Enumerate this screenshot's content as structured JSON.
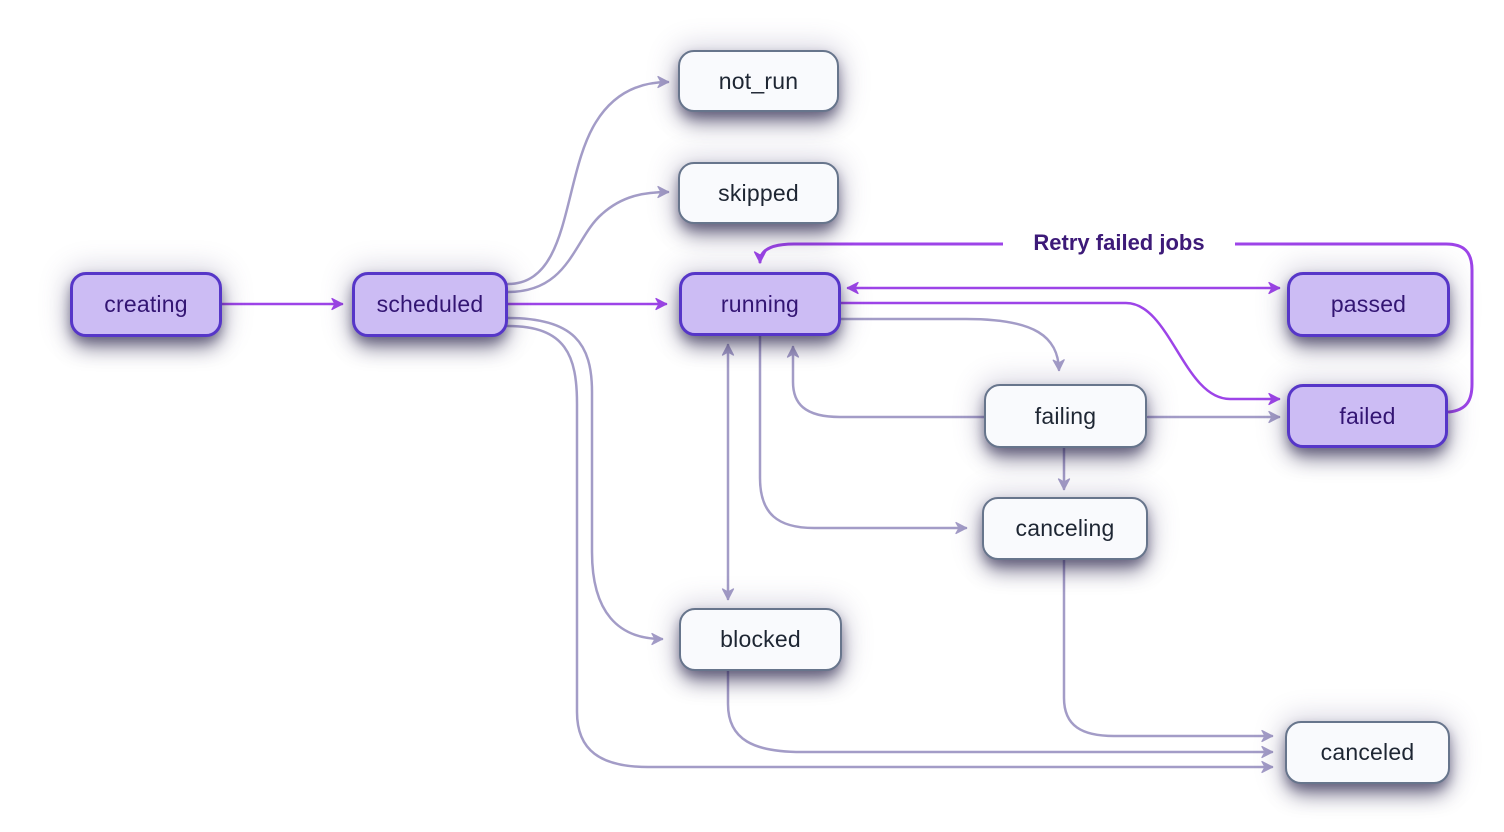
{
  "diagram": {
    "nodes": {
      "creating": {
        "label": "creating",
        "variant": "purple"
      },
      "scheduled": {
        "label": "scheduled",
        "variant": "purple"
      },
      "not_run": {
        "label": "not_run",
        "variant": "white"
      },
      "skipped": {
        "label": "skipped",
        "variant": "white"
      },
      "running": {
        "label": "running",
        "variant": "purple"
      },
      "blocked": {
        "label": "blocked",
        "variant": "white"
      },
      "failing": {
        "label": "failing",
        "variant": "white"
      },
      "canceling": {
        "label": "canceling",
        "variant": "white"
      },
      "passed": {
        "label": "passed",
        "variant": "purple"
      },
      "failed": {
        "label": "failed",
        "variant": "purple"
      },
      "canceled": {
        "label": "canceled",
        "variant": "white"
      }
    },
    "edges": [
      {
        "from": "creating",
        "to": "scheduled",
        "style": "purple"
      },
      {
        "from": "scheduled",
        "to": "not_run",
        "style": "muted"
      },
      {
        "from": "scheduled",
        "to": "skipped",
        "style": "muted"
      },
      {
        "from": "scheduled",
        "to": "running",
        "style": "purple"
      },
      {
        "from": "scheduled",
        "to": "blocked",
        "style": "muted"
      },
      {
        "from": "scheduled",
        "to": "canceled",
        "style": "muted"
      },
      {
        "from": "running",
        "to": "passed",
        "style": "purple",
        "bidirectional": true
      },
      {
        "from": "running",
        "to": "failed",
        "style": "purple"
      },
      {
        "from": "running",
        "to": "failing",
        "style": "muted"
      },
      {
        "from": "running",
        "to": "canceling",
        "style": "muted"
      },
      {
        "from": "running",
        "to": "blocked",
        "style": "muted",
        "bidirectional": true
      },
      {
        "from": "failing",
        "to": "running",
        "style": "muted"
      },
      {
        "from": "failing",
        "to": "failed",
        "style": "muted"
      },
      {
        "from": "failing",
        "to": "canceling",
        "style": "muted"
      },
      {
        "from": "canceling",
        "to": "canceled",
        "style": "muted"
      },
      {
        "from": "blocked",
        "to": "canceled",
        "style": "muted"
      },
      {
        "from": "failed",
        "to": "running",
        "style": "purple",
        "label": "Retry failed jobs"
      }
    ],
    "edge_label": {
      "retry": "Retry failed jobs"
    },
    "colors": {
      "accent_purple": "#9D44E8",
      "muted_edge": "#A39CC7",
      "purple_node_fill": "#CCBCF4",
      "purple_node_border": "#5636C8",
      "purple_node_text": "#331573",
      "white_node_fill": "#F9FAFD",
      "white_node_border": "#67758C",
      "white_node_text": "#1E2633",
      "label_bg": "#FFFFFF"
    }
  }
}
